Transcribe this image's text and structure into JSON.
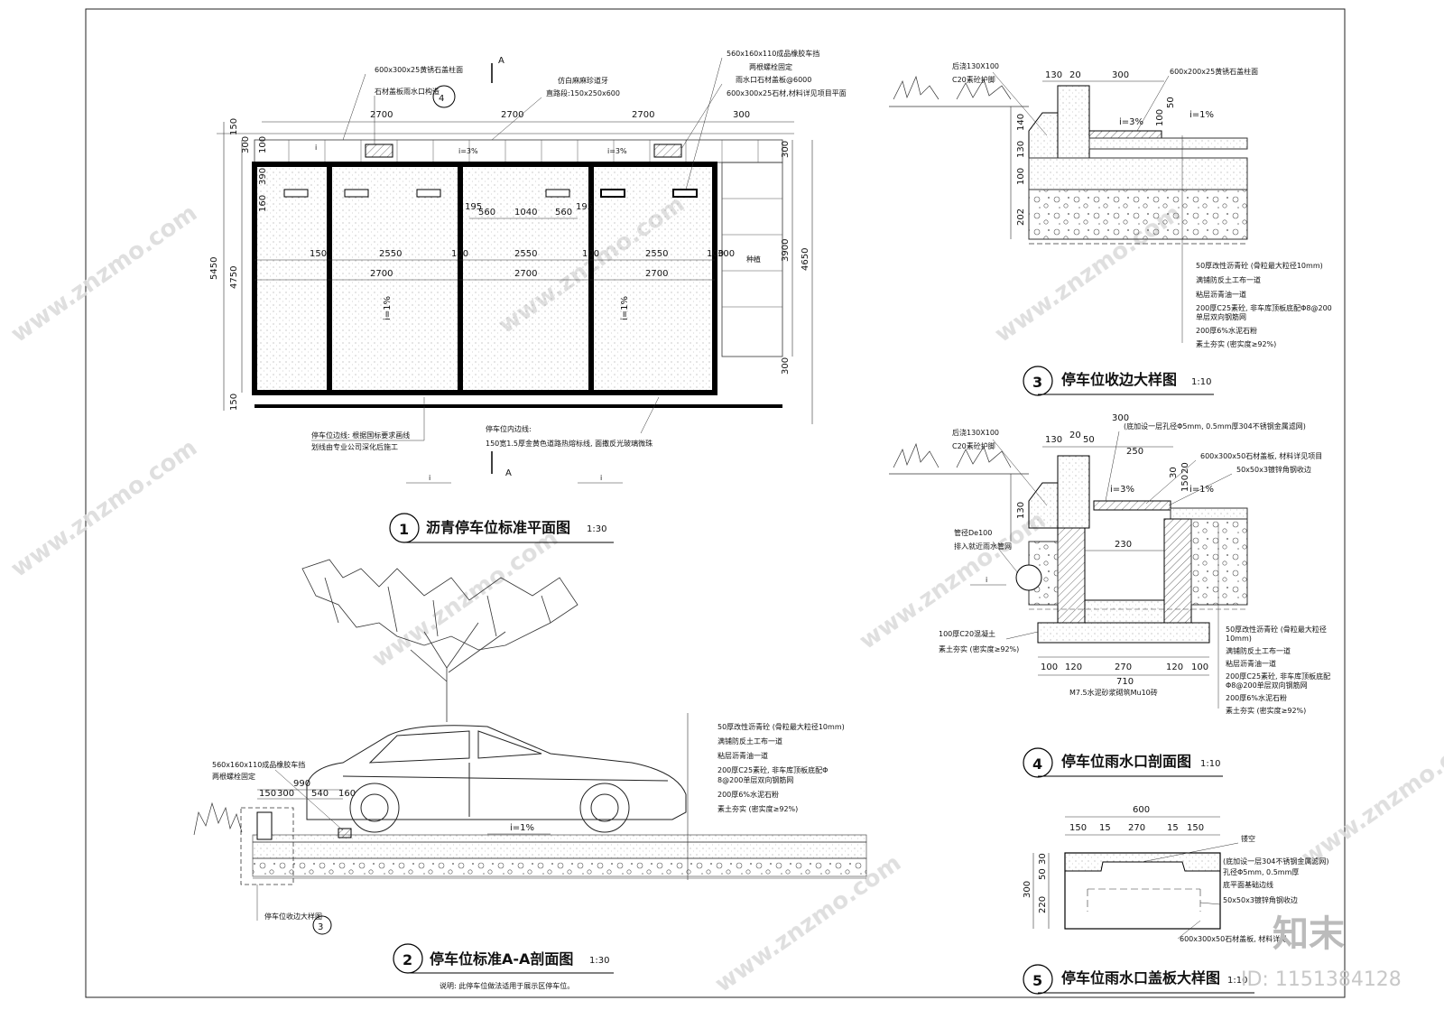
{
  "plan": {
    "title": "沥青停车位标准平面图",
    "scale": "1:30",
    "num": "1",
    "notes": [
      "600x300x25黄锈石盖柱面",
      "石材盖板雨水口构造",
      "仿白麻麻珍道牙",
      "直路段:150x250x600",
      "560x160x110成品橡胶车挡",
      "两根螺栓固定",
      "雨水口石材盖板@6000",
      "600x300x25石材,材料详见项目平面"
    ],
    "dims_top": [
      "2700",
      "2700",
      "2700",
      "300"
    ],
    "dims_inner": [
      "150",
      "2550",
      "100",
      "2550",
      "100",
      "2550",
      "100",
      "300"
    ],
    "dims_mid": [
      "2700",
      "2700",
      "2700"
    ],
    "dims_wheel": [
      "195",
      "560",
      "1040",
      "560",
      "195"
    ],
    "dims_left": [
      "150",
      "300",
      "100",
      "390",
      "160",
      "5450",
      "4750",
      "150"
    ],
    "dims_right": [
      "300",
      "3900",
      "4650",
      "300"
    ],
    "slope": "i=1%",
    "slope2": "i=3%",
    "tree_label": "种植",
    "section_mark": "A",
    "bottom_notes": [
      "停车位边线: 根据国标要求画线",
      "划线由专业公司深化后施工",
      "停车位内边线:",
      "150宽1.5厚金黄色道路热熔标线, 面撒反光玻璃微珠"
    ],
    "i_label": "i"
  },
  "section_aa": {
    "title": "停车位标准A-A剖面图",
    "scale": "1:30",
    "num": "2",
    "stop_label": "560x160x110成品橡胶车挡",
    "stop_label2": "两根螺栓固定",
    "dims": [
      "990",
      "150",
      "300",
      "540",
      "160"
    ],
    "slope": "i=1%",
    "ref_label": "停车位收边大样图",
    "ref_num": "3",
    "note": "说明: 此停车位做法适用于展示区停车位。",
    "layers": [
      "50厚改性沥青砼 (骨粒最大粒径10mm)",
      "满铺防反土工布一道",
      "粘层沥青油一道",
      "200厚C25素砼, 非车库顶板底配Φ",
      "8@200单层双向钢筋网",
      "200厚6%水泥石粉",
      "素土夯实 (密实度≥92%)"
    ]
  },
  "detail3": {
    "title": "停车位收边大样图",
    "scale": "1:10",
    "num": "3",
    "labels": [
      "后浇130X100",
      "C20素砼护脚",
      "600x200x25黄锈石盖柱面"
    ],
    "dims_top": [
      "130",
      "20",
      "300"
    ],
    "dims_left": [
      "140",
      "130",
      "100",
      "202"
    ],
    "dims_right": [
      "50",
      "100"
    ],
    "slope_a": "i=3%",
    "slope_b": "i=1%",
    "layers": [
      "50厚改性沥青砼 (骨粒最大粒径10mm)",
      "满铺防反土工布一道",
      "粘层沥青油一道",
      "200厚C25素砼, 非车库顶板底配Φ8@200",
      "单层双向钢筋网",
      "200厚6%水泥石粉",
      "素土夯实 (密实度≥92%)"
    ]
  },
  "detail4": {
    "title": "停车位雨水口剖面图",
    "scale": "1:10",
    "num": "4",
    "labels": [
      "后浇130X100",
      "C20素砼护脚",
      "(底加设一层孔径Φ5mm, 0.5mm厚304不锈钢金属滤网)",
      "600x300x50石材盖板, 材料详见项目",
      "50x50x3镀锌角钢收边",
      "管径De100",
      "排入就近雨水管网",
      "100厚C20混凝土",
      "素土夯实 (密实度≥92%)",
      "M7.5水泥砂浆砌筑Mu10砖"
    ],
    "dims_top": [
      "300",
      "130",
      "20",
      "50",
      "250",
      "30",
      "20",
      "150"
    ],
    "dims_left": [
      "130"
    ],
    "dims_mid": [
      "230"
    ],
    "dims_bottom": [
      "100",
      "120",
      "270",
      "120",
      "100"
    ],
    "dims_total": "710",
    "slope_a": "i=3%",
    "slope_b": "i=1%",
    "i_label": "i",
    "layers": [
      "50厚改性沥青砼 (骨粒最大粒径",
      "10mm)",
      "满铺防反土工布一道",
      "粘层沥青油一道",
      "200厚C25素砼, 非车库顶板底配",
      "Φ8@200单层双向钢筋网",
      "200厚6%水泥石粉",
      "素土夯实 (密实度≥92%)"
    ]
  },
  "detail5": {
    "title": "停车位雨水口盖板大样图",
    "scale": "1:10",
    "num": "5",
    "dims_top": "600",
    "dims_sub": [
      "150",
      "15",
      "270",
      "15",
      "150"
    ],
    "dims_left": [
      "300",
      "30",
      "50",
      "220"
    ],
    "labels": [
      "镂空",
      "(底加设一层304不锈钢金属滤网)",
      "孔径Φ5mm, 0.5mm厚",
      "底平面基础边线",
      "50x50x3镀锌角钢收边",
      "600x300x50石材盖板, 材料详见"
    ]
  },
  "watermark": {
    "text": "www.znzmo.com",
    "brand": "知末",
    "id": "ID: 1151384128"
  }
}
